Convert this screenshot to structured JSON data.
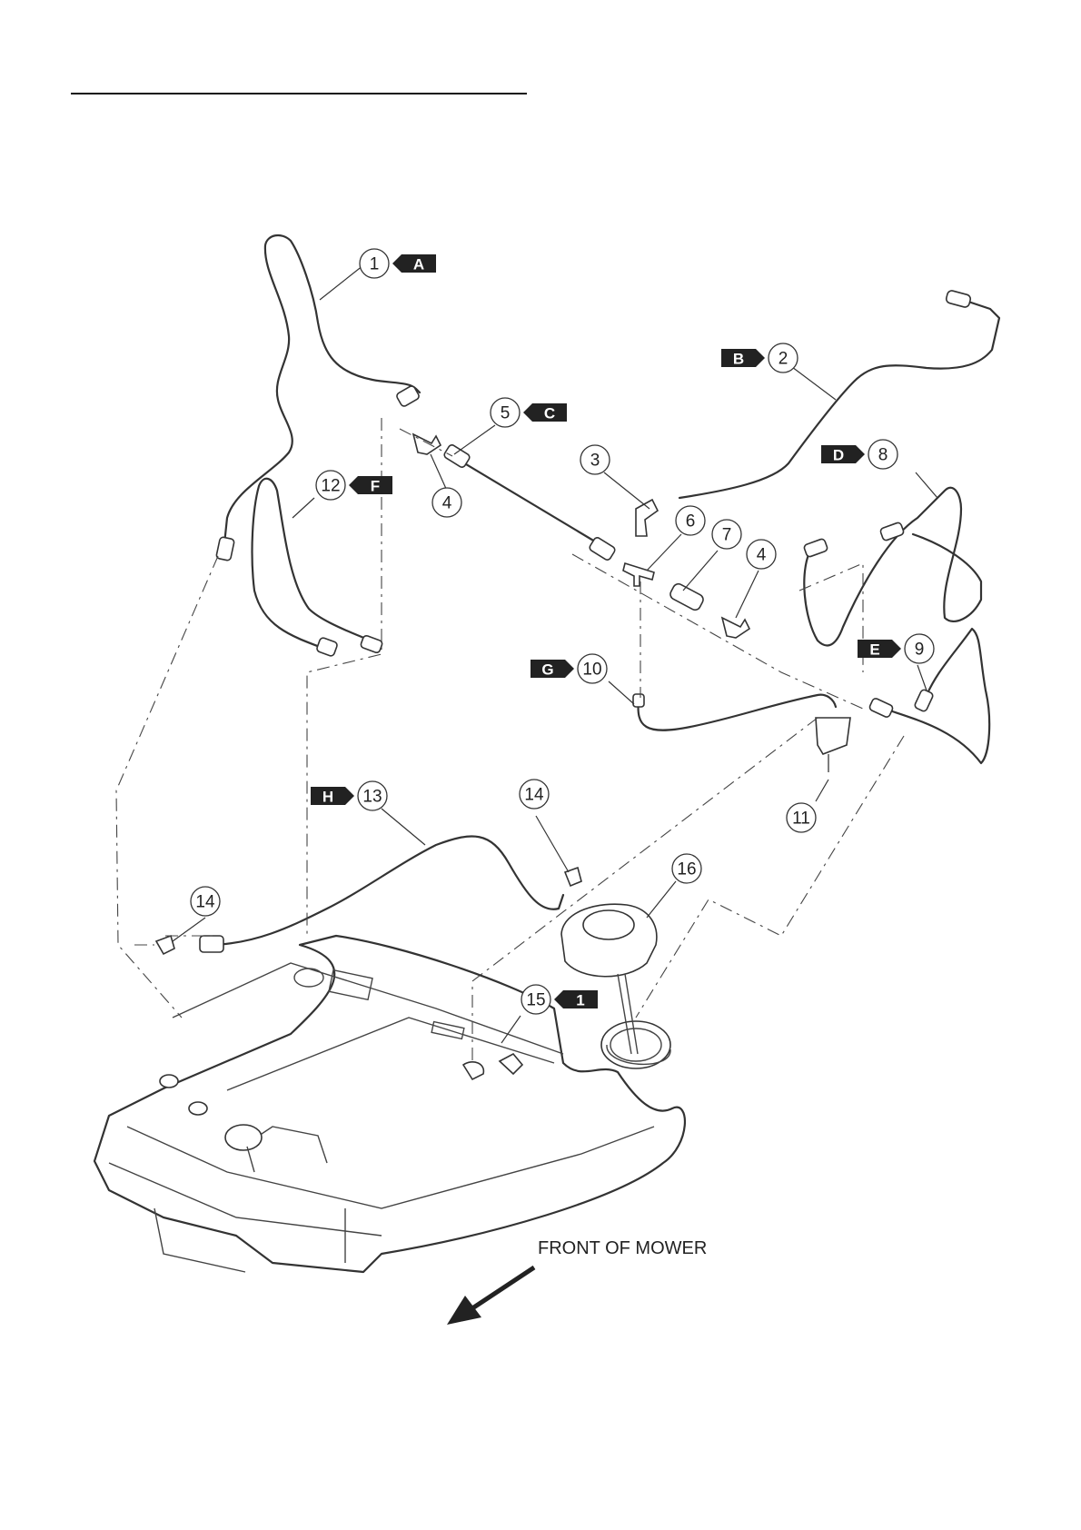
{
  "header_rule": true,
  "callouts": [
    {
      "num": "1",
      "tag": "A"
    },
    {
      "num": "2",
      "tag": "B"
    },
    {
      "num": "3",
      "tag": ""
    },
    {
      "num": "4",
      "tag": ""
    },
    {
      "num": "4",
      "tag": ""
    },
    {
      "num": "5",
      "tag": "C"
    },
    {
      "num": "6",
      "tag": ""
    },
    {
      "num": "7",
      "tag": ""
    },
    {
      "num": "8",
      "tag": "D"
    },
    {
      "num": "9",
      "tag": "E"
    },
    {
      "num": "10",
      "tag": "G"
    },
    {
      "num": "11",
      "tag": ""
    },
    {
      "num": "12",
      "tag": "F"
    },
    {
      "num": "13",
      "tag": "H"
    },
    {
      "num": "14",
      "tag": ""
    },
    {
      "num": "14",
      "tag": ""
    },
    {
      "num": "15",
      "tag": "1"
    },
    {
      "num": "16",
      "tag": ""
    }
  ],
  "front_label": "FRONT OF MOWER"
}
